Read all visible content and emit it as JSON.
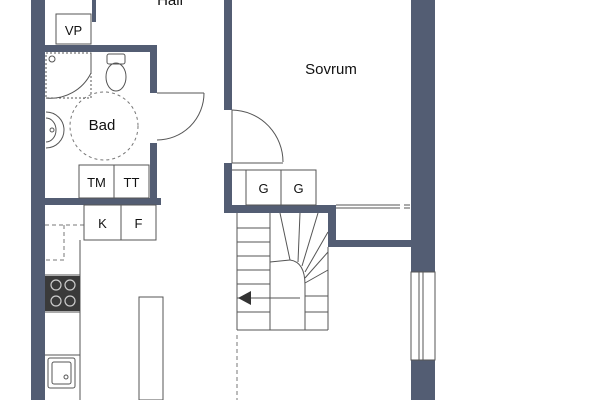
{
  "colors": {
    "wall": "#535d73",
    "line": "#555555",
    "background": "#ffffff"
  },
  "rooms": {
    "hall": "Hall",
    "bedroom": "Sovrum",
    "bathroom": "Bad"
  },
  "fixtures": {
    "water_heater": "VP",
    "washer": "TM",
    "dryer": "TT",
    "wardrobe_1": "G",
    "wardrobe_2": "G",
    "fridge": "K",
    "freezer": "F"
  },
  "icons": [
    "shower-icon",
    "toilet-icon",
    "sink-icon",
    "stove-icon",
    "kitchen-sink-icon",
    "stair-arrow-icon"
  ]
}
